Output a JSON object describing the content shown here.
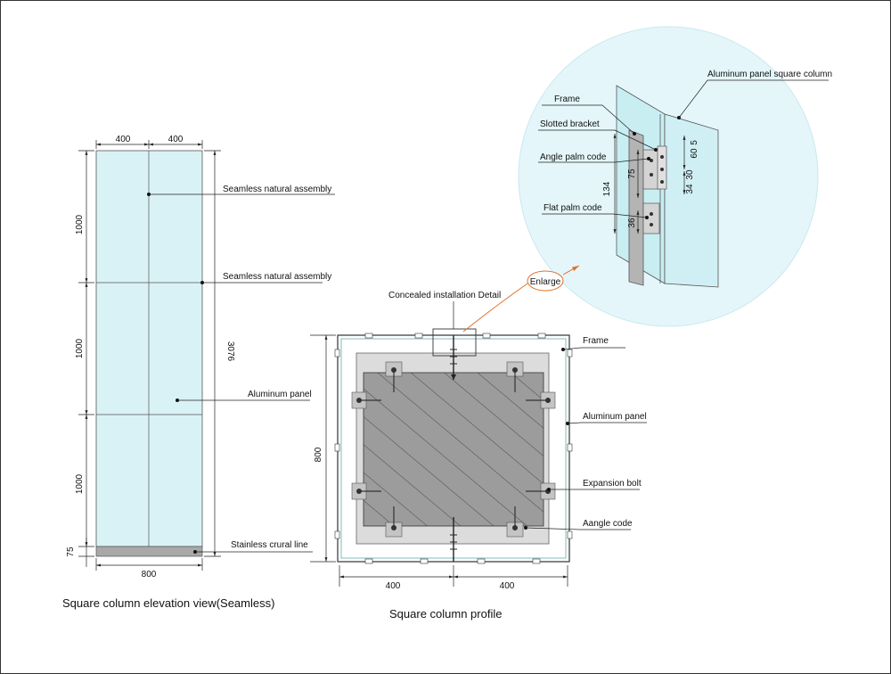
{
  "elevation": {
    "caption": "Square column elevation view(Seamless)",
    "labels": {
      "seamless_1": "Seamless natural assembly",
      "seamless_2": "Seamless natural assembly",
      "aluminum_panel": "Aluminum panel",
      "stainless": "Stainless  crural line"
    },
    "dims": {
      "top_left": "400",
      "top_right": "400",
      "seg_1": "1000",
      "seg_2": "1000",
      "seg_3": "1000",
      "base": "75",
      "total_height": "3076",
      "width": "800"
    }
  },
  "profile": {
    "caption": "Square column profile",
    "labels": {
      "concealed": "Concealed installation Detail",
      "enlarge": "Enlarge",
      "frame": "Frame",
      "aluminum_panel": "Aluminum panel",
      "expansion_bolt": "Expansion bolt",
      "angle_code": "Aangle code"
    },
    "dims": {
      "height": "800",
      "bottom_left": "400",
      "bottom_right": "400"
    }
  },
  "detail": {
    "labels": {
      "column": "Aluminum panel square column",
      "frame": "Frame",
      "slotted": "Slotted bracket",
      "angle_palm": "Angle palm code",
      "flat_palm": "Flat palm code"
    },
    "dims": {
      "d134": "134",
      "d75": "75",
      "d36": "36",
      "d60": "60",
      "d34": "34",
      "d30": "30",
      "d5": "5"
    }
  },
  "colors": {
    "panel_fill": "#d9f2f6",
    "bubble_fill": "#e4f6fa",
    "leader_orange": "#e0702a",
    "concrete": "#9c9c9c",
    "frame_gray": "#dcdcdc"
  }
}
